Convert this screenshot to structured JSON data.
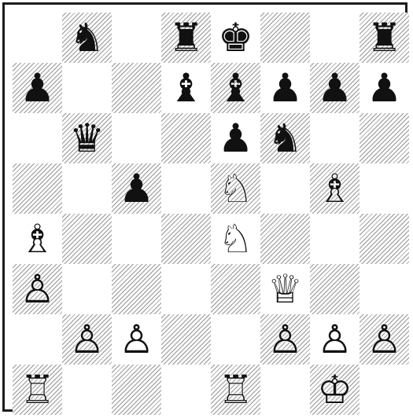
{
  "board": {
    "ranks": [
      [
        "",
        "bn",
        "",
        "br",
        "bk",
        "",
        "",
        "br"
      ],
      [
        "bp",
        "",
        "",
        "bb",
        "bb",
        "bp",
        "bp",
        "bp"
      ],
      [
        "",
        "bq",
        "",
        "",
        "bp",
        "bn",
        "",
        ""
      ],
      [
        "",
        "",
        "bp",
        "",
        "wn",
        "",
        "wb",
        ""
      ],
      [
        "wb",
        "",
        "",
        "",
        "wn",
        "",
        "",
        ""
      ],
      [
        "wp",
        "",
        "",
        "",
        "",
        "wq",
        "",
        ""
      ],
      [
        "",
        "wp",
        "wp",
        "",
        "",
        "wp",
        "wp",
        "wp"
      ],
      [
        "wr",
        "",
        "",
        "",
        "wr",
        "",
        "wk",
        ""
      ]
    ]
  },
  "piece_glyphs": {
    "wk": "♔",
    "wq": "♕",
    "wr": "♖",
    "wb": "♗",
    "wn": "♘",
    "wp": "♙",
    "bk": "♚",
    "bq": "♛",
    "br": "♜",
    "bb": "♝",
    "bn": "♞",
    "bp": "♟"
  },
  "colors": {
    "light_square": "#ffffff",
    "dark_square_hatch": "#9a9a9a",
    "border": "#1c1c1c",
    "piece": "#111111"
  }
}
